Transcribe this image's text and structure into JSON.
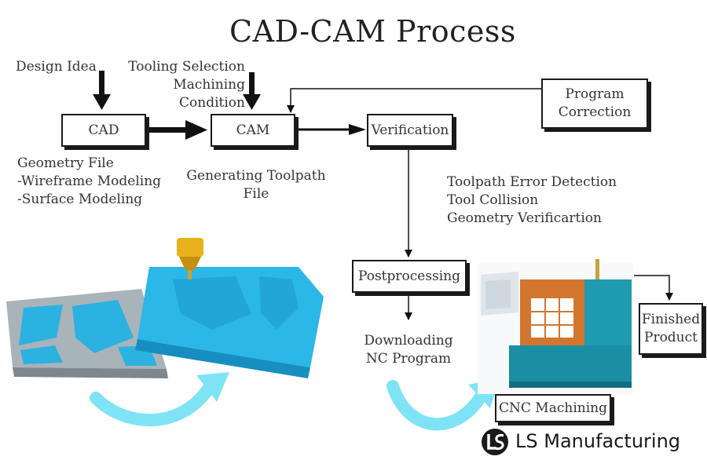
{
  "title": "CAD-CAM Process",
  "inputs": {
    "design_idea": "Design Idea",
    "tooling": [
      "Tooling Selection",
      "Machining",
      "Condition"
    ]
  },
  "boxes": {
    "cad": "CAD",
    "cam": "CAM",
    "verification": "Verification",
    "program_correction": [
      "Program",
      "Correction"
    ],
    "postprocessing": "Postprocessing",
    "cnc_machining": "CNC Machining",
    "finished_product": [
      "Finished",
      "Product"
    ]
  },
  "notes": {
    "geometry": [
      "Geometry File",
      "-Wireframe Modeling",
      "-Surface Modeling"
    ],
    "toolpath": [
      "Generating Toolpath",
      "File"
    ],
    "verification": [
      "Toolpath Error Detection",
      "Tool Collision",
      "Geometry Verificartion"
    ],
    "download": [
      "Downloading",
      "NC Program"
    ]
  },
  "brand": {
    "name": "LS Manufacturing"
  },
  "colors": {
    "arrow": "#111111",
    "curve_arrow": "#7fe3f6",
    "part_blue": "#2bb7e8",
    "part_gray": "#9aa6ae",
    "spindle": "#e8b21c",
    "machine_teal": "#1f9bb0",
    "machine_orange": "#d2762f"
  },
  "icons": [
    "cad-part-illustration",
    "cnc-machine-illustration",
    "ls-logo-icon"
  ]
}
